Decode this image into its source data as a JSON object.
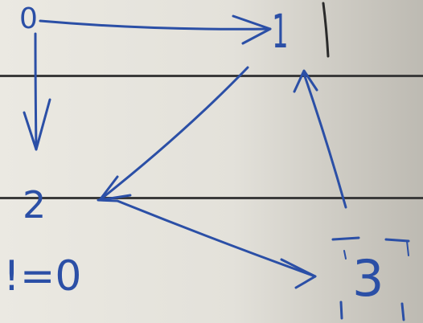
{
  "nodes": [
    {
      "id": "0",
      "label": "0"
    },
    {
      "id": "1",
      "label": "1"
    },
    {
      "id": "2",
      "label": "2"
    },
    {
      "id": "3",
      "label": "3"
    }
  ],
  "edges": [
    {
      "from": "0",
      "to": "1"
    },
    {
      "from": "0",
      "to": "2"
    },
    {
      "from": "1",
      "to": "2"
    },
    {
      "from": "2",
      "to": "3"
    },
    {
      "from": "3",
      "to": "1"
    }
  ],
  "note": "!=0",
  "colors": {
    "ink": "#2b4fa6",
    "pencil": "#2a2a2a",
    "rule": "#3a3a3a",
    "paper": "#e8e6df"
  }
}
